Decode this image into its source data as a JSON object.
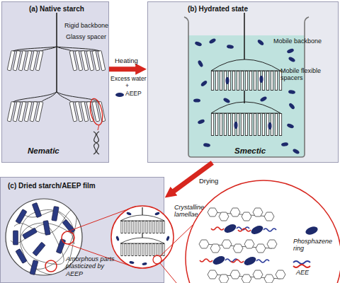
{
  "diagram": {
    "nodes": [
      {
        "text": [
          "(a) Native starch",
          "Rigid backbone",
          "Glassy spacer",
          "Nematic"
        ]
      },
      {
        "text": [
          "(b) Hydrated state",
          "Mobile backbone",
          "Mobile flexible spacers",
          "Smectic"
        ]
      },
      {
        "text": [
          "(c) Dried starch/AEEP film",
          "Amorphous parts plasticized by AEEP"
        ]
      }
    ],
    "edges": [
      {
        "from": 0,
        "to": 1,
        "arrow": "to",
        "label": "Heating"
      },
      {
        "from": 1,
        "to": 2,
        "arrow": "to",
        "label": "Drying"
      }
    ],
    "labels": [
      "Excess water",
      "+",
      "AEEP",
      "Crystalline lamellae"
    ],
    "legend": [
      {
        "text": "Phosphazene ring"
      },
      {
        "text": "AEE"
      }
    ]
  }
}
